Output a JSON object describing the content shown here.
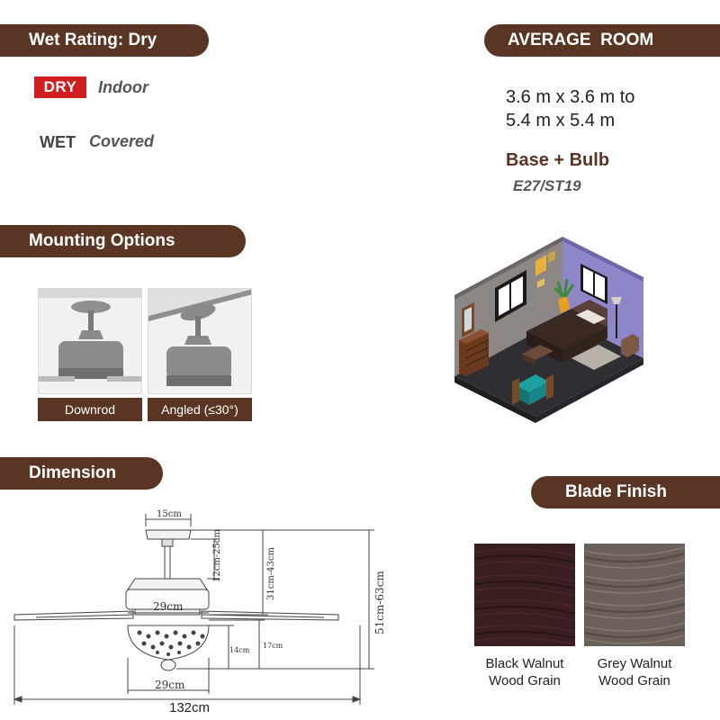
{
  "wet_rating": {
    "header": "Wet Rating: Dry",
    "dry_badge": "DRY",
    "dry_desc": "Indoor",
    "wet_label": "WET",
    "wet_desc": "Covered"
  },
  "room": {
    "header": "AVERAGE  ROOM",
    "size_line1": "3.6 m x 3.6 m to",
    "size_line2": "5.4 m x 5.4 m",
    "base_title": "Base + Bulb",
    "base_value": "E27/ST19"
  },
  "mounting": {
    "header": "Mounting Options",
    "options": [
      {
        "label": "Downrod"
      },
      {
        "label": "Angled (≤30°)"
      }
    ]
  },
  "dimension": {
    "header": "Dimension",
    "labels": {
      "top_width": "15cm",
      "downrod": "12cm-25cm",
      "to_blade": "31cm-43cm",
      "overall": "51cm-63cm",
      "motor_width": "29cm",
      "light_height": "14cm",
      "body_height": "17cm",
      "bowl_width": "29cm",
      "span": "132cm"
    }
  },
  "blade_finish": {
    "header": "Blade Finish",
    "options": [
      {
        "line1": "Black Walnut",
        "line2": "Wood Grain",
        "color": "#3a1e20"
      },
      {
        "line1": "Grey Walnut",
        "line2": "Wood Grain",
        "color": "#6a6059"
      }
    ]
  },
  "colors": {
    "header_bg": "#5a3523",
    "badge_red": "#d11f1f"
  }
}
